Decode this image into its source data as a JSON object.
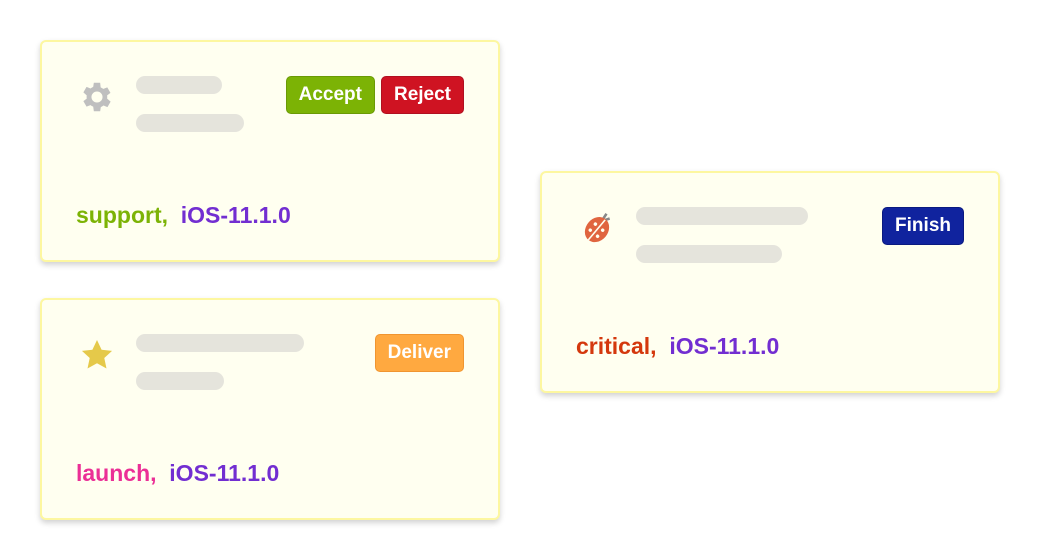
{
  "cards": [
    {
      "icon": "gear-icon",
      "buttons": [
        {
          "label": "Accept",
          "color": "#7cb305"
        },
        {
          "label": "Reject",
          "color": "#cf1322"
        }
      ],
      "tag": "support",
      "tag_color": "#7cb305",
      "version": "iOS-11.1.0"
    },
    {
      "icon": "star-icon",
      "buttons": [
        {
          "label": "Deliver",
          "color": "#ffa940"
        }
      ],
      "tag": "launch",
      "tag_color": "#eb2f96",
      "version": "iOS-11.1.0"
    },
    {
      "icon": "bug-icon",
      "buttons": [
        {
          "label": "Finish",
          "color": "#10239e"
        }
      ],
      "tag": "critical",
      "tag_color": "#d4380d",
      "version": "iOS-11.1.0"
    }
  ],
  "separator": ",",
  "version_color": "#722ed1"
}
